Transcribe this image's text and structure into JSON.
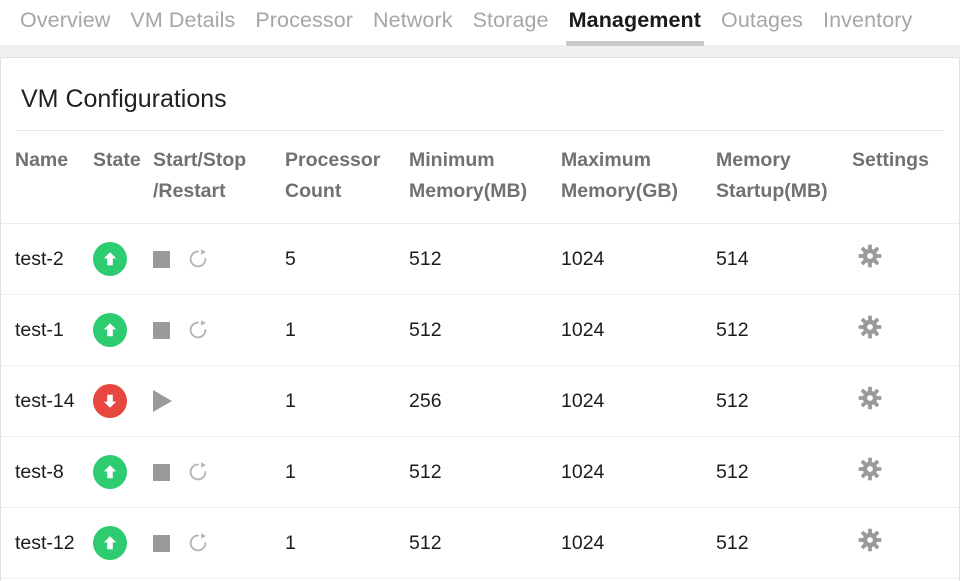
{
  "tabs": [
    {
      "label": "Overview",
      "active": false
    },
    {
      "label": "VM Details",
      "active": false
    },
    {
      "label": "Processor",
      "active": false
    },
    {
      "label": "Network",
      "active": false
    },
    {
      "label": "Storage",
      "active": false
    },
    {
      "label": "Management",
      "active": true
    },
    {
      "label": "Outages",
      "active": false
    },
    {
      "label": "Inventory",
      "active": false
    }
  ],
  "panel": {
    "title": "VM Configurations"
  },
  "table": {
    "headers": {
      "name": "Name",
      "state": "State",
      "start_stop_line1": "Start/Stop",
      "start_stop_line2": "/Restart",
      "processor_line1": "Processor",
      "processor_line2": "Count",
      "min_memory_line1": "Minimum",
      "min_memory_line2": "Memory(MB)",
      "max_memory_line1": "Maximum",
      "max_memory_line2": "Memory(GB)",
      "startup_memory_line1": "Memory",
      "startup_memory_line2": "Startup(MB)",
      "settings": "Settings"
    },
    "rows": [
      {
        "name": "test-2",
        "state": "running",
        "state_icon": "arrow-up-circle-green-icon",
        "actions": [
          "stop-icon",
          "restart-icon"
        ],
        "processor_count": "5",
        "minimum_memory_mb": "512",
        "maximum_memory_gb": "1024",
        "memory_startup_mb": "514",
        "settings_icon": "gear-icon"
      },
      {
        "name": "test-1",
        "state": "running",
        "state_icon": "arrow-up-circle-green-icon",
        "actions": [
          "stop-icon",
          "restart-icon"
        ],
        "processor_count": "1",
        "minimum_memory_mb": "512",
        "maximum_memory_gb": "1024",
        "memory_startup_mb": "512",
        "settings_icon": "gear-icon"
      },
      {
        "name": "test-14",
        "state": "stopped",
        "state_icon": "arrow-down-circle-red-icon",
        "actions": [
          "play-icon"
        ],
        "processor_count": "1",
        "minimum_memory_mb": "256",
        "maximum_memory_gb": "1024",
        "memory_startup_mb": "512",
        "settings_icon": "gear-icon"
      },
      {
        "name": "test-8",
        "state": "running",
        "state_icon": "arrow-up-circle-green-icon",
        "actions": [
          "stop-icon",
          "restart-icon"
        ],
        "processor_count": "1",
        "minimum_memory_mb": "512",
        "maximum_memory_gb": "1024",
        "memory_startup_mb": "512",
        "settings_icon": "gear-icon"
      },
      {
        "name": "test-12",
        "state": "running",
        "state_icon": "arrow-up-circle-green-icon",
        "actions": [
          "stop-icon",
          "restart-icon"
        ],
        "processor_count": "1",
        "minimum_memory_mb": "512",
        "maximum_memory_gb": "1024",
        "memory_startup_mb": "512",
        "settings_icon": "gear-icon"
      }
    ]
  },
  "colors": {
    "state_running": "#2ecc71",
    "state_stopped": "#e8473f",
    "icon_gray": "#9a9a9a",
    "header_text": "#6f7174",
    "tab_inactive": "#a6a6a6",
    "tab_active": "#1a1a1a",
    "tab_underline": "#c9c9c9"
  }
}
